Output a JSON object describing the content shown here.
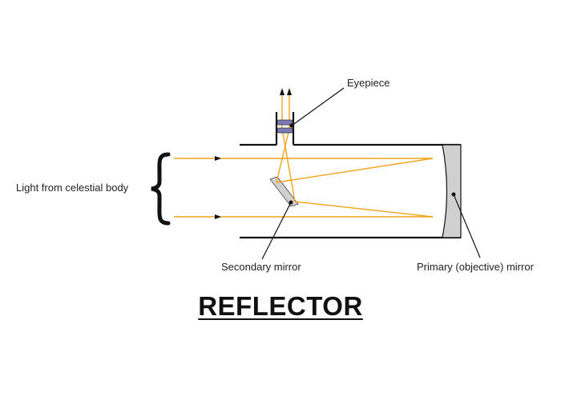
{
  "title": "REFLECTOR",
  "labels": {
    "light_source": "Light from celestial body",
    "eyepiece": "Eyepiece",
    "secondary_mirror": "Secondary mirror",
    "primary_mirror": "Primary (objective) mirror"
  },
  "colors": {
    "light_ray": "#f0a31a",
    "tube": "#111111",
    "mirror_fill": "#d0d0d0",
    "eyepiece_lens": "#7a7ab8",
    "text": "#222222"
  }
}
